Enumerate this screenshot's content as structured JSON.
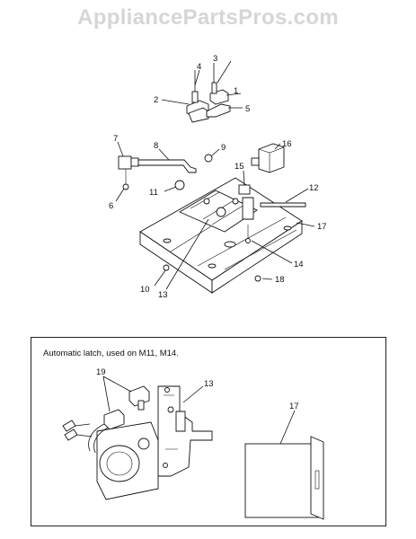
{
  "watermark": "AppliancePartsPros.com",
  "callouts": {
    "c1": "1",
    "c2": "2",
    "c3": "3",
    "c4": "4",
    "c5": "5",
    "c6": "6",
    "c7": "7",
    "c8": "8",
    "c9": "9",
    "c10": "10",
    "c11": "11",
    "c12": "12",
    "c13": "13",
    "c14": "14",
    "c15": "15",
    "c16": "16",
    "c17": "17",
    "c18": "18"
  },
  "inset": {
    "title": "Automatic latch, used on M11, M14.",
    "c19": "19",
    "c13": "13",
    "c17": "17"
  }
}
